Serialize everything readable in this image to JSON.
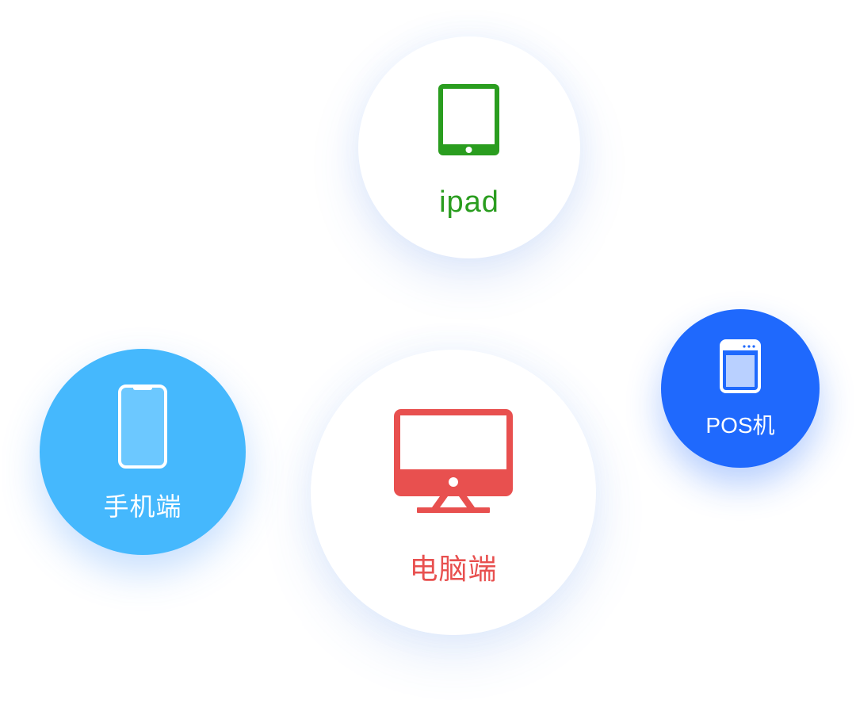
{
  "devices": {
    "ipad": {
      "label": "ipad",
      "icon": "tablet-icon",
      "color": "#2a9d1f"
    },
    "desktop": {
      "label": "电脑端",
      "icon": "desktop-monitor-icon",
      "color": "#e8504f"
    },
    "mobile": {
      "label": "手机端",
      "icon": "smartphone-icon",
      "color": "#45b8fd",
      "text_color": "#ffffff"
    },
    "pos": {
      "label": "POS机",
      "icon": "pos-terminal-icon",
      "color": "#1f69fd",
      "text_color": "#ffffff"
    }
  }
}
